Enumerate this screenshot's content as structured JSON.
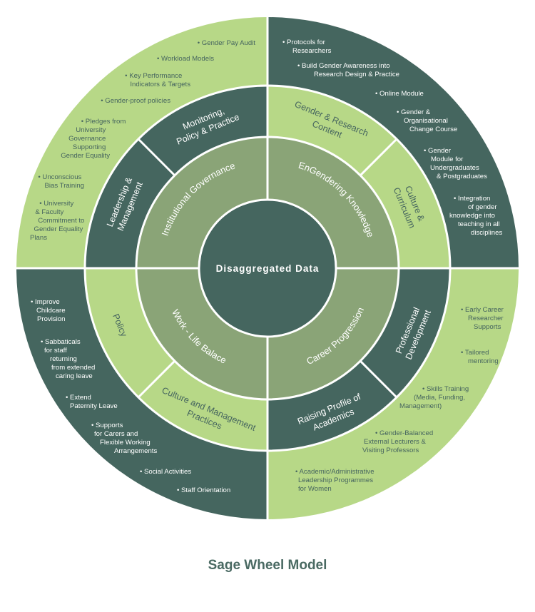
{
  "center": {
    "label": "Disaggregated Data"
  },
  "caption": "Sage Wheel Model",
  "colors": {
    "dark": "#45665f",
    "mid": "#8aa477",
    "light": "#b7d887",
    "line": "#ffffff"
  },
  "inner": [
    {
      "label": "Institutional Governance"
    },
    {
      "label": "EnGendering Knowledge"
    },
    {
      "label": "Career Progression"
    },
    {
      "label": "Work - Life Balace"
    }
  ],
  "middle": [
    {
      "lines": [
        "Leadership &",
        "Management"
      ]
    },
    {
      "lines": [
        "Monitoring,",
        "Policy & Practice"
      ]
    },
    {
      "lines": [
        "Gender & Research",
        "Content"
      ]
    },
    {
      "lines": [
        "Culture &",
        "Curriculum"
      ]
    },
    {
      "lines": [
        "Professional",
        "Development"
      ]
    },
    {
      "lines": [
        "Raising Profile of",
        "Academics"
      ]
    },
    {
      "lines": [
        "Culture and Management",
        "Practices"
      ]
    },
    {
      "lines": [
        "Policy"
      ]
    }
  ],
  "outer": {
    "top_left": [
      {
        "lines": [
          "• Gender Pay Audit"
        ]
      },
      {
        "lines": [
          "• Workload Models"
        ]
      },
      {
        "lines": [
          "• Key Performance",
          "Indicators & Targets"
        ]
      },
      {
        "lines": [
          "• Gender-proof policies"
        ]
      },
      {
        "lines": [
          "• Pledges from",
          "University",
          "Governance",
          "Supporting",
          "Gender Equality"
        ]
      },
      {
        "lines": [
          "• Unconscious",
          "Bias Training"
        ]
      },
      {
        "lines": [
          "• University",
          "& Faculty",
          "Commitment to",
          "Gender Equality",
          "Plans"
        ]
      }
    ],
    "top_right": [
      {
        "lines": [
          "• Protocols for",
          "Researchers"
        ]
      },
      {
        "lines": [
          "• Build  Gender Awareness into",
          "Research Design & Practice"
        ]
      },
      {
        "lines": [
          "• Online Module"
        ]
      },
      {
        "lines": [
          "• Gender &",
          "Organisational",
          "Change Course"
        ]
      },
      {
        "lines": [
          "• Gender",
          "Module for",
          "Undergraduates",
          "& Postgraduates"
        ]
      },
      {
        "lines": [
          "• Integration",
          "of gender",
          "knowledge into",
          "teaching in all",
          "disciplines"
        ]
      }
    ],
    "bottom_right": [
      {
        "lines": [
          "• Early Career",
          "Researcher",
          "Supports"
        ]
      },
      {
        "lines": [
          "• Tailored",
          "mentoring"
        ]
      },
      {
        "lines": [
          "• Skills Training",
          "(Media,  Funding,",
          "Management)"
        ]
      },
      {
        "lines": [
          "• Gender-Balanced",
          "External Lecturers &",
          "Visiting Professors"
        ]
      },
      {
        "lines": [
          "• Academic/Administrative",
          "Leadership Programmes",
          "for Women"
        ]
      }
    ],
    "bottom_left": [
      {
        "lines": [
          "• Improve",
          "Childcare",
          "Provision"
        ]
      },
      {
        "lines": [
          "• Sabbaticals",
          "for staff",
          "returning",
          "from extended",
          "caring leave"
        ]
      },
      {
        "lines": [
          "• Extend",
          "Paternity Leave"
        ]
      },
      {
        "lines": [
          "• Supports",
          "for Carers and",
          "Flexible Working",
          "Arrangements"
        ]
      },
      {
        "lines": [
          "• Social Activities"
        ]
      },
      {
        "lines": [
          "• Staff Orientation"
        ]
      }
    ]
  }
}
